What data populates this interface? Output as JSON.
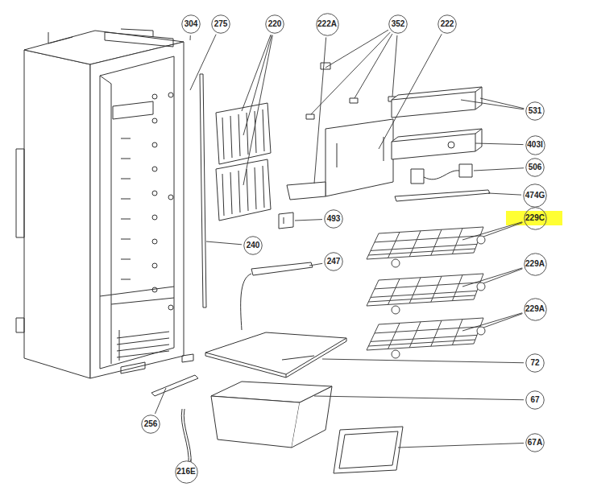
{
  "diagram": {
    "nodes": [
      {
        "text": [
          "304"
        ]
      },
      {
        "text": [
          "275"
        ]
      },
      {
        "text": [
          "220"
        ]
      },
      {
        "text": [
          "222A"
        ]
      },
      {
        "text": [
          "352"
        ]
      },
      {
        "text": [
          "222"
        ]
      },
      {
        "text": [
          "531"
        ]
      },
      {
        "text": [
          "403I"
        ]
      },
      {
        "text": [
          "506"
        ]
      },
      {
        "text": [
          "474G"
        ]
      },
      {
        "text": [
          "229C"
        ]
      },
      {
        "text": [
          "493"
        ]
      },
      {
        "text": [
          "240"
        ]
      },
      {
        "text": [
          "247"
        ]
      },
      {
        "text": [
          "229A"
        ]
      },
      {
        "text": [
          "229A"
        ]
      },
      {
        "text": [
          "72"
        ]
      },
      {
        "text": [
          "67"
        ]
      },
      {
        "text": [
          "256"
        ]
      },
      {
        "text": [
          "67A"
        ]
      },
      {
        "text": [
          "216E"
        ]
      }
    ]
  }
}
